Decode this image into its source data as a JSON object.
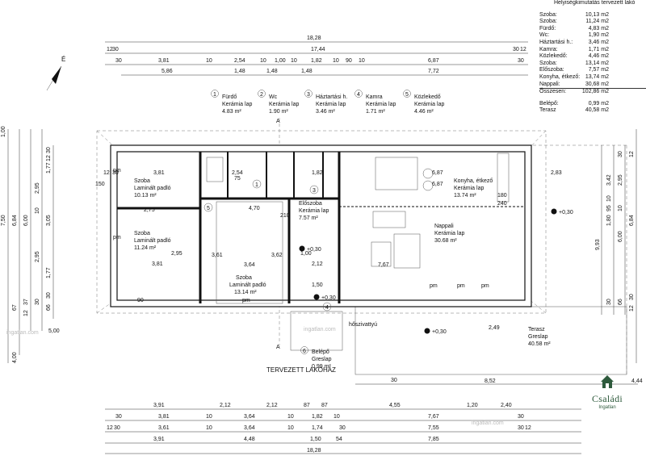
{
  "legend": {
    "title": "Helyiségkimutatás tervezett lakó",
    "rows": [
      {
        "label": "Szoba:",
        "value": "10,13 m2"
      },
      {
        "label": "Szoba:",
        "value": "11,24 m2"
      },
      {
        "label": "Fürdő:",
        "value": "4,83 m2"
      },
      {
        "label": "Wc:",
        "value": "1,90 m2"
      },
      {
        "label": "Háztartási h.:",
        "value": "3,46 m2"
      },
      {
        "label": "Kamra:",
        "value": "1,71 m2"
      },
      {
        "label": "Közlekedő:",
        "value": "4,46 m2"
      },
      {
        "label": "Szoba:",
        "value": "13,14 m2"
      },
      {
        "label": "Előszoba:",
        "value": "7,57 m2"
      },
      {
        "label": "Konyha, étkező:",
        "value": "13,74 m2"
      },
      {
        "label": "Nappali:",
        "value": "30,68 m2"
      },
      {
        "label": "Összesen:",
        "value": "102,86 m2"
      }
    ],
    "rows2": [
      {
        "label": "Belépő:",
        "value": "0,99 m2"
      },
      {
        "label": "Terasz",
        "value": "40,58 m2"
      }
    ]
  },
  "north": "É",
  "drawing_title": "TERVEZETT LAKÓHÁZ",
  "top_dims": {
    "overall": "18,28",
    "row1": [
      "12",
      "30",
      "17,44",
      "30",
      "12"
    ],
    "row2": [
      "30",
      "3,81",
      "10",
      "2,54",
      "10",
      "1,00",
      "10",
      "1,82",
      "10",
      "90",
      "10",
      "6,87",
      "30"
    ],
    "row3": [
      "5,86",
      "1,48",
      "1,48",
      "1,48",
      "7,72"
    ]
  },
  "bottom_dims": {
    "row1": [
      "3,91",
      "2,12",
      "2,12",
      "87",
      "87",
      "4,55",
      "1,20",
      "2,40"
    ],
    "row2": [
      "30",
      "3,81",
      "10",
      "3,64",
      "10",
      "1,82",
      "10",
      "7,67",
      "30"
    ],
    "row3": [
      "12",
      "30",
      "3,61",
      "10",
      "3,64",
      "10",
      "1,74",
      "30",
      "7,55",
      "30",
      "12"
    ],
    "row4": [
      "3,91",
      "4,48",
      "1,50",
      "54",
      "7,85"
    ],
    "overall": "18,28"
  },
  "left_dims": [
    "1,00",
    "30",
    "12",
    "2,95",
    "1,77",
    "7,50",
    "6,84",
    "6,00",
    "10",
    "3,05",
    "2,95",
    "1,77",
    "30",
    "67",
    "37",
    "30",
    "66",
    "12",
    "5,00",
    "4,00"
  ],
  "right_dims": [
    "30",
    "12",
    "3,42",
    "2,95",
    "10",
    "95",
    "10",
    "1,80",
    "9,93",
    "6,84",
    "6,00",
    "30",
    "66",
    "30",
    "12",
    "4,44"
  ],
  "room_headers": [
    {
      "num": "1",
      "name": "Fürdő",
      "floor": "Kerámia lap",
      "area": "4.83 m²"
    },
    {
      "num": "2",
      "name": "Wc",
      "floor": "Kerámia lap",
      "area": "1.90 m²"
    },
    {
      "num": "3",
      "name": "Háztartási h.",
      "floor": "Kerámia lap",
      "area": "3.46 m²"
    },
    {
      "num": "4",
      "name": "Kamra",
      "floor": "Kerámia lap",
      "area": "1.71 m²"
    },
    {
      "num": "5",
      "name": "Közlekedő",
      "floor": "Kerámia lap",
      "area": "4.46 m²"
    }
  ],
  "rooms": [
    {
      "name": "Szoba",
      "floor": "Laminált padló",
      "area": "10.13 m²"
    },
    {
      "name": "Szoba",
      "floor": "Laminált padló",
      "area": "11.24 m²"
    },
    {
      "name": "Szoba",
      "floor": "Laminált padló",
      "area": "13.14 m²"
    },
    {
      "name": "Előszoba",
      "floor": "Kerámia lap",
      "area": "7.57 m²"
    },
    {
      "name": "Nappali",
      "floor": "Kerámia lap",
      "area": "30.68 m²"
    },
    {
      "name": "Konyha, étkező",
      "floor": "Kerámia lap",
      "area": "13.74 m²"
    },
    {
      "name": "Terasz",
      "floor": "Greslap",
      "area": "40.58 m²"
    }
  ],
  "entry": {
    "num": "6",
    "name": "Belépő",
    "floor": "Greslap",
    "area": "0,99 m²"
  },
  "level_marks": [
    "+0,30",
    "+0,30",
    "+0,30",
    "+0,30"
  ],
  "misc": {
    "hoszivattyu": "hőszivattyú",
    "pm": "pm",
    "section_a": "A",
    "inner": [
      "3,81",
      "2,75",
      "4,70",
      "3,81",
      "2,95",
      "3,61",
      "3,64",
      "3,62",
      "2,12",
      "1,50",
      "7,67",
      "6,87",
      "2,83",
      "2,49",
      "8,52",
      "1,00",
      "240",
      "210",
      "180",
      "90",
      "75",
      "150",
      "12",
      "30",
      "6,87",
      "1,82",
      "2,54"
    ]
  },
  "watermark": "ingatlan.com",
  "logo": {
    "name": "Családi",
    "sub": "Ingatlan"
  }
}
